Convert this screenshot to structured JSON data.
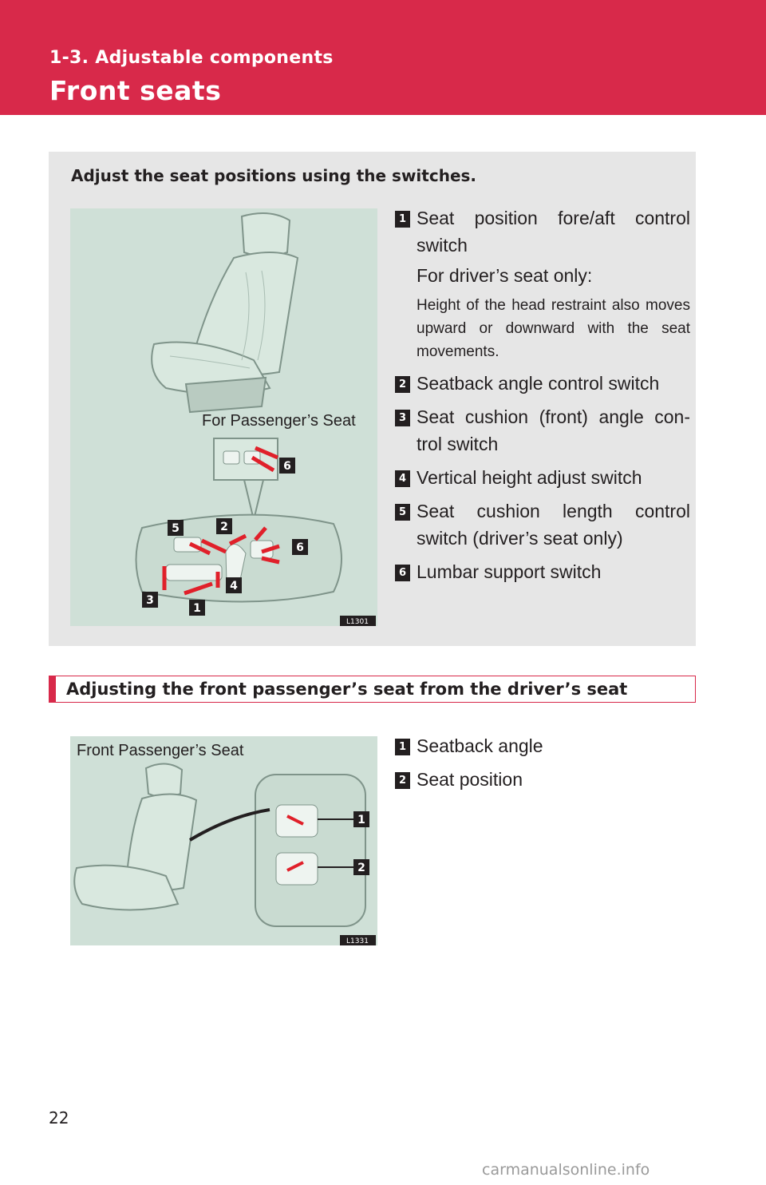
{
  "header": {
    "section": "1-3. Adjustable components",
    "title": "Front seats"
  },
  "panel": {
    "intro": "Adjust the seat positions using the switches.",
    "figure": {
      "caption": "For Passenger’s Seat",
      "code": "L1301",
      "callouts": [
        "1",
        "2",
        "3",
        "4",
        "5",
        "6",
        "6"
      ]
    },
    "items": [
      {
        "num": "1",
        "label": "Seat position fore/aft control switch",
        "sub": "For driver’s seat only:",
        "note": "Height of the head restraint also moves upward or downward with the seat movements."
      },
      {
        "num": "2",
        "label": "Seatback angle control switch"
      },
      {
        "num": "3",
        "label": "Seat cushion (front) angle con-trol switch"
      },
      {
        "num": "4",
        "label": "Vertical height adjust switch"
      },
      {
        "num": "5",
        "label": "Seat cushion length control switch (driver’s seat only)"
      },
      {
        "num": "6",
        "label": "Lumbar support switch"
      }
    ]
  },
  "passenger_section": {
    "heading": "Adjusting the front passenger’s seat from the driver’s seat",
    "figure": {
      "caption": "Front Passenger’s Seat",
      "code": "L1331",
      "callouts": [
        "1",
        "2"
      ]
    },
    "items": [
      {
        "num": "1",
        "label": "Seatback angle"
      },
      {
        "num": "2",
        "label": "Seat position"
      }
    ]
  },
  "page_number": "22",
  "watermark": "carmanualsonline.info",
  "colors": {
    "accent": "#d8294a",
    "panel_bg": "#e6e6e6",
    "figure_bg": "#cfe0d7",
    "arrow": "#e0202a"
  }
}
